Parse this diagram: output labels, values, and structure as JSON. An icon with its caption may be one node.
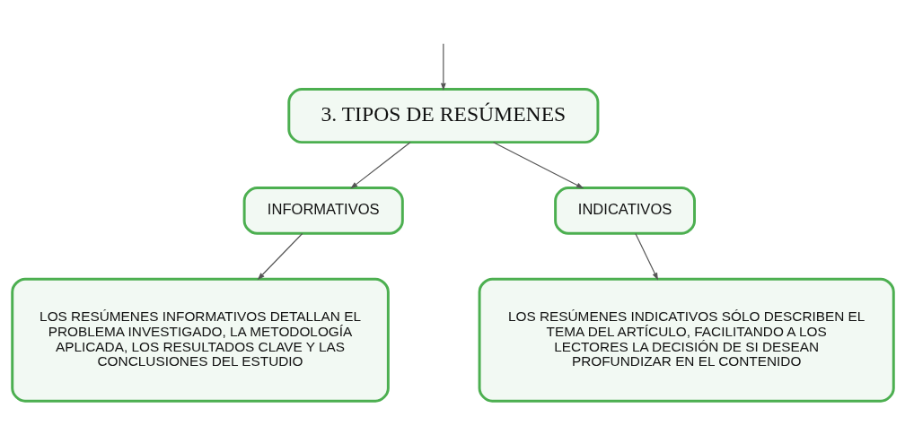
{
  "diagram": {
    "nodes": [
      {
        "text": [
          "3. TIPOS DE RESÚMENES"
        ]
      },
      {
        "text": [
          "INFORMATIVOS"
        ]
      },
      {
        "text": [
          "INDICATIVOS"
        ]
      },
      {
        "text": [
          "LOS RESÚMENES INFORMATIVOS DETALLAN EL PROBLEMA INVESTIGADO, LA METODOLOGÍA APLICADA, LOS RESULTADOS CLAVE Y LAS CONCLUSIONES DEL ESTUDIO"
        ]
      },
      {
        "text": [
          "LOS RESÚMENES INDICATIVOS SÓLO DESCRIBEN EL TEMA DEL ARTÍCULO, FACILITANDO A LOS LECTORES LA DECISIÓN DE SI DESEAN PROFUNDIZAR EN EL CONTENIDO"
        ]
      }
    ],
    "edges": [
      {
        "from": null,
        "to": 0,
        "arrow": "to"
      },
      {
        "from": 0,
        "to": 1,
        "arrow": "to"
      },
      {
        "from": 0,
        "to": 2,
        "arrow": "to"
      },
      {
        "from": 1,
        "to": 3,
        "arrow": "to"
      },
      {
        "from": 2,
        "to": 4,
        "arrow": "to"
      }
    ]
  }
}
